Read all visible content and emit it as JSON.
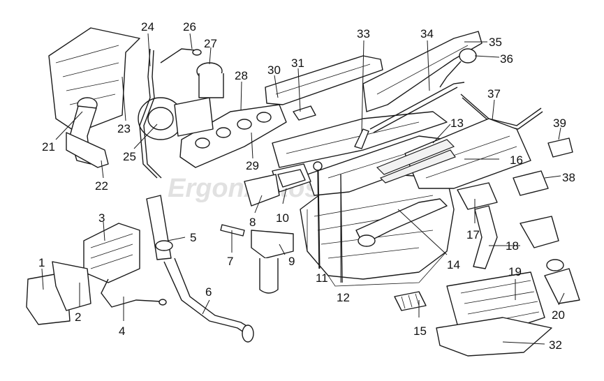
{
  "watermark": {
    "text": "ErgonAutostore",
    "color": "#dcdcdc"
  },
  "callouts": [
    {
      "n": "1"
    },
    {
      "n": "2"
    },
    {
      "n": "3"
    },
    {
      "n": "4"
    },
    {
      "n": "5"
    },
    {
      "n": "6"
    },
    {
      "n": "7"
    },
    {
      "n": "8"
    },
    {
      "n": "9"
    },
    {
      "n": "10"
    },
    {
      "n": "11"
    },
    {
      "n": "12"
    },
    {
      "n": "13"
    },
    {
      "n": "14"
    },
    {
      "n": "15"
    },
    {
      "n": "16"
    },
    {
      "n": "17"
    },
    {
      "n": "18"
    },
    {
      "n": "19"
    },
    {
      "n": "20"
    },
    {
      "n": "21"
    },
    {
      "n": "22"
    },
    {
      "n": "23"
    },
    {
      "n": "24"
    },
    {
      "n": "25"
    },
    {
      "n": "26"
    },
    {
      "n": "27"
    },
    {
      "n": "28"
    },
    {
      "n": "29"
    },
    {
      "n": "30"
    },
    {
      "n": "31"
    },
    {
      "n": "32"
    },
    {
      "n": "33"
    },
    {
      "n": "34"
    },
    {
      "n": "35"
    },
    {
      "n": "36"
    },
    {
      "n": "37"
    },
    {
      "n": "38"
    },
    {
      "n": "39"
    }
  ]
}
